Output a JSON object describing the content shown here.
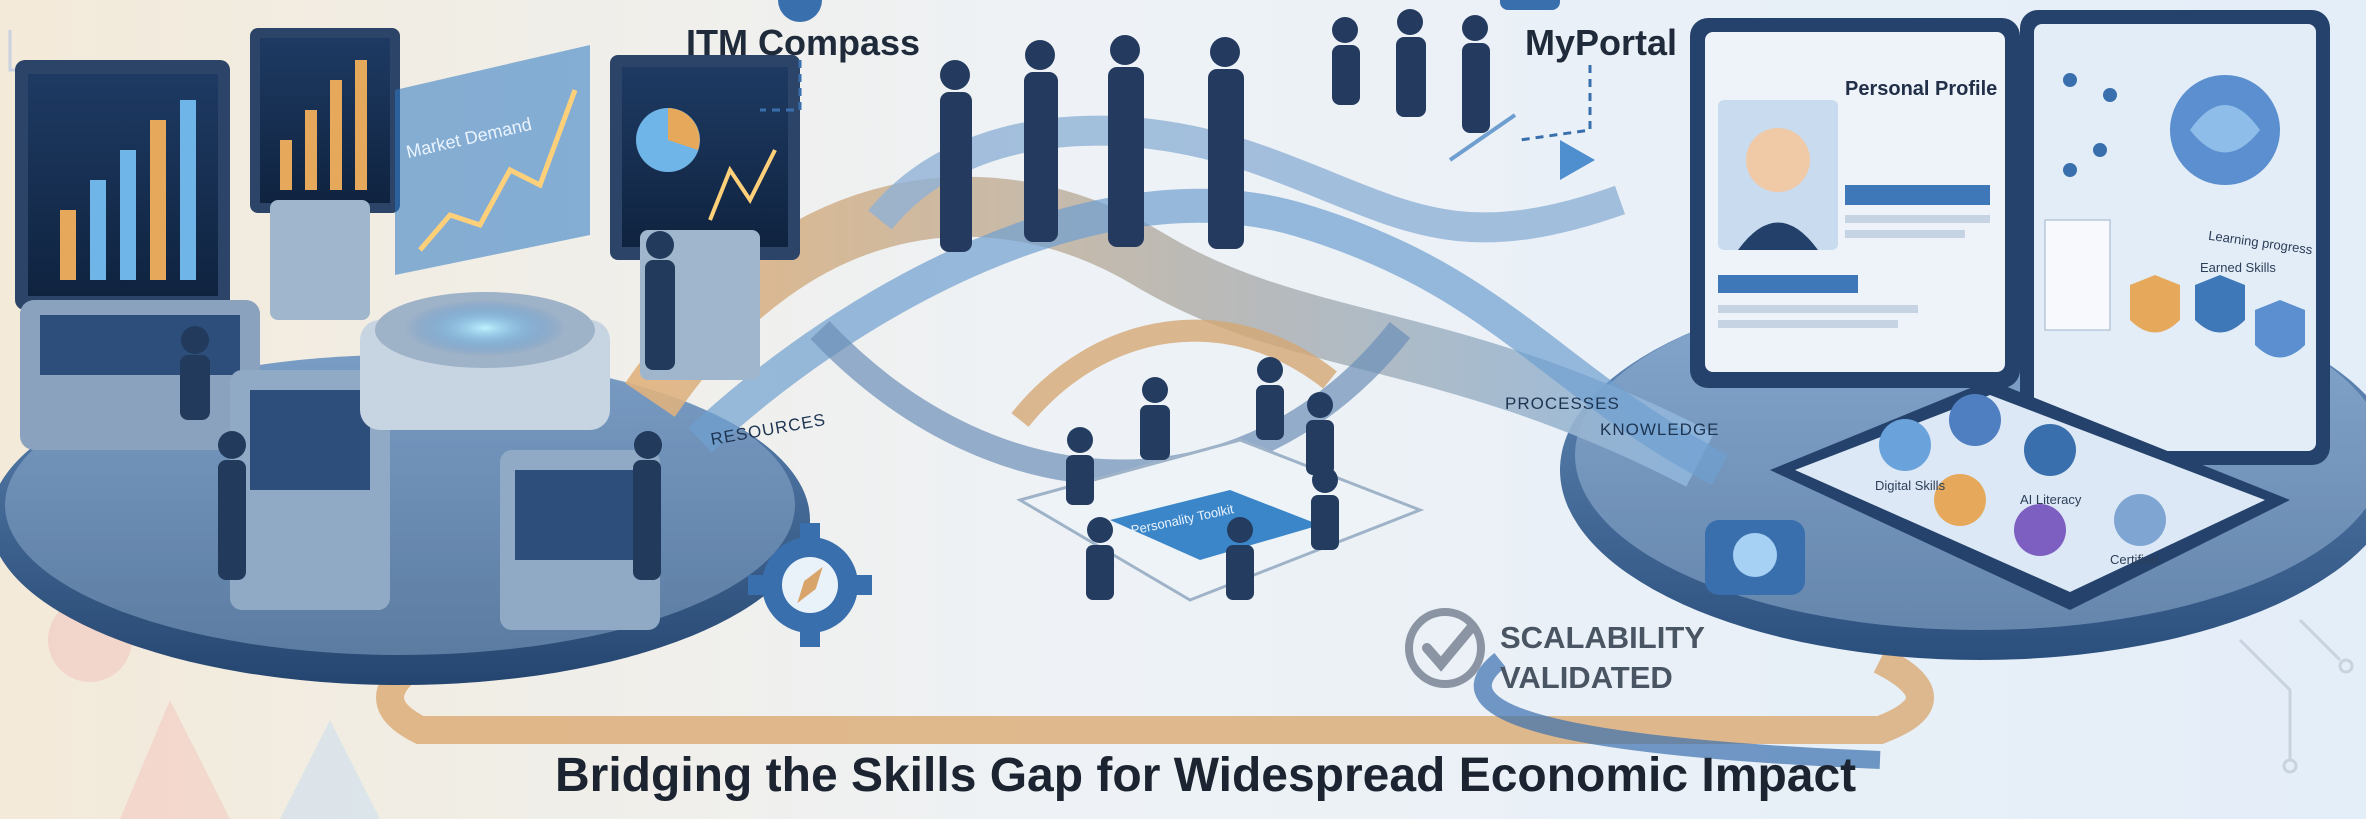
{
  "header_labels": {
    "itm_compass": "ITM Compass",
    "myportal": "MyPortal"
  },
  "caption": "Bridging the Skills Gap for Widespread Economic Impact",
  "badge": {
    "line1": "SCALABILITY",
    "line2": "VALIDATED"
  },
  "screens": {
    "market_demand": "Market Demand",
    "personal_profile": "Personal Profile",
    "earned_skills": "Earned Skills",
    "learning_progress": "Learning progress",
    "table_screen": "Personality Toolkit"
  },
  "flow_labels": {
    "resources": "RESOURCES",
    "knowledge": "KNOWLEDGE",
    "processes": "PROCESSES"
  },
  "tablet_badges": [
    "Digital Skills",
    "AI Literacy",
    "Certified"
  ],
  "colors": {
    "accent_blue": "#3a6fae",
    "warm_path": "#d9a46a",
    "text_dark": "#1f2a3a"
  }
}
